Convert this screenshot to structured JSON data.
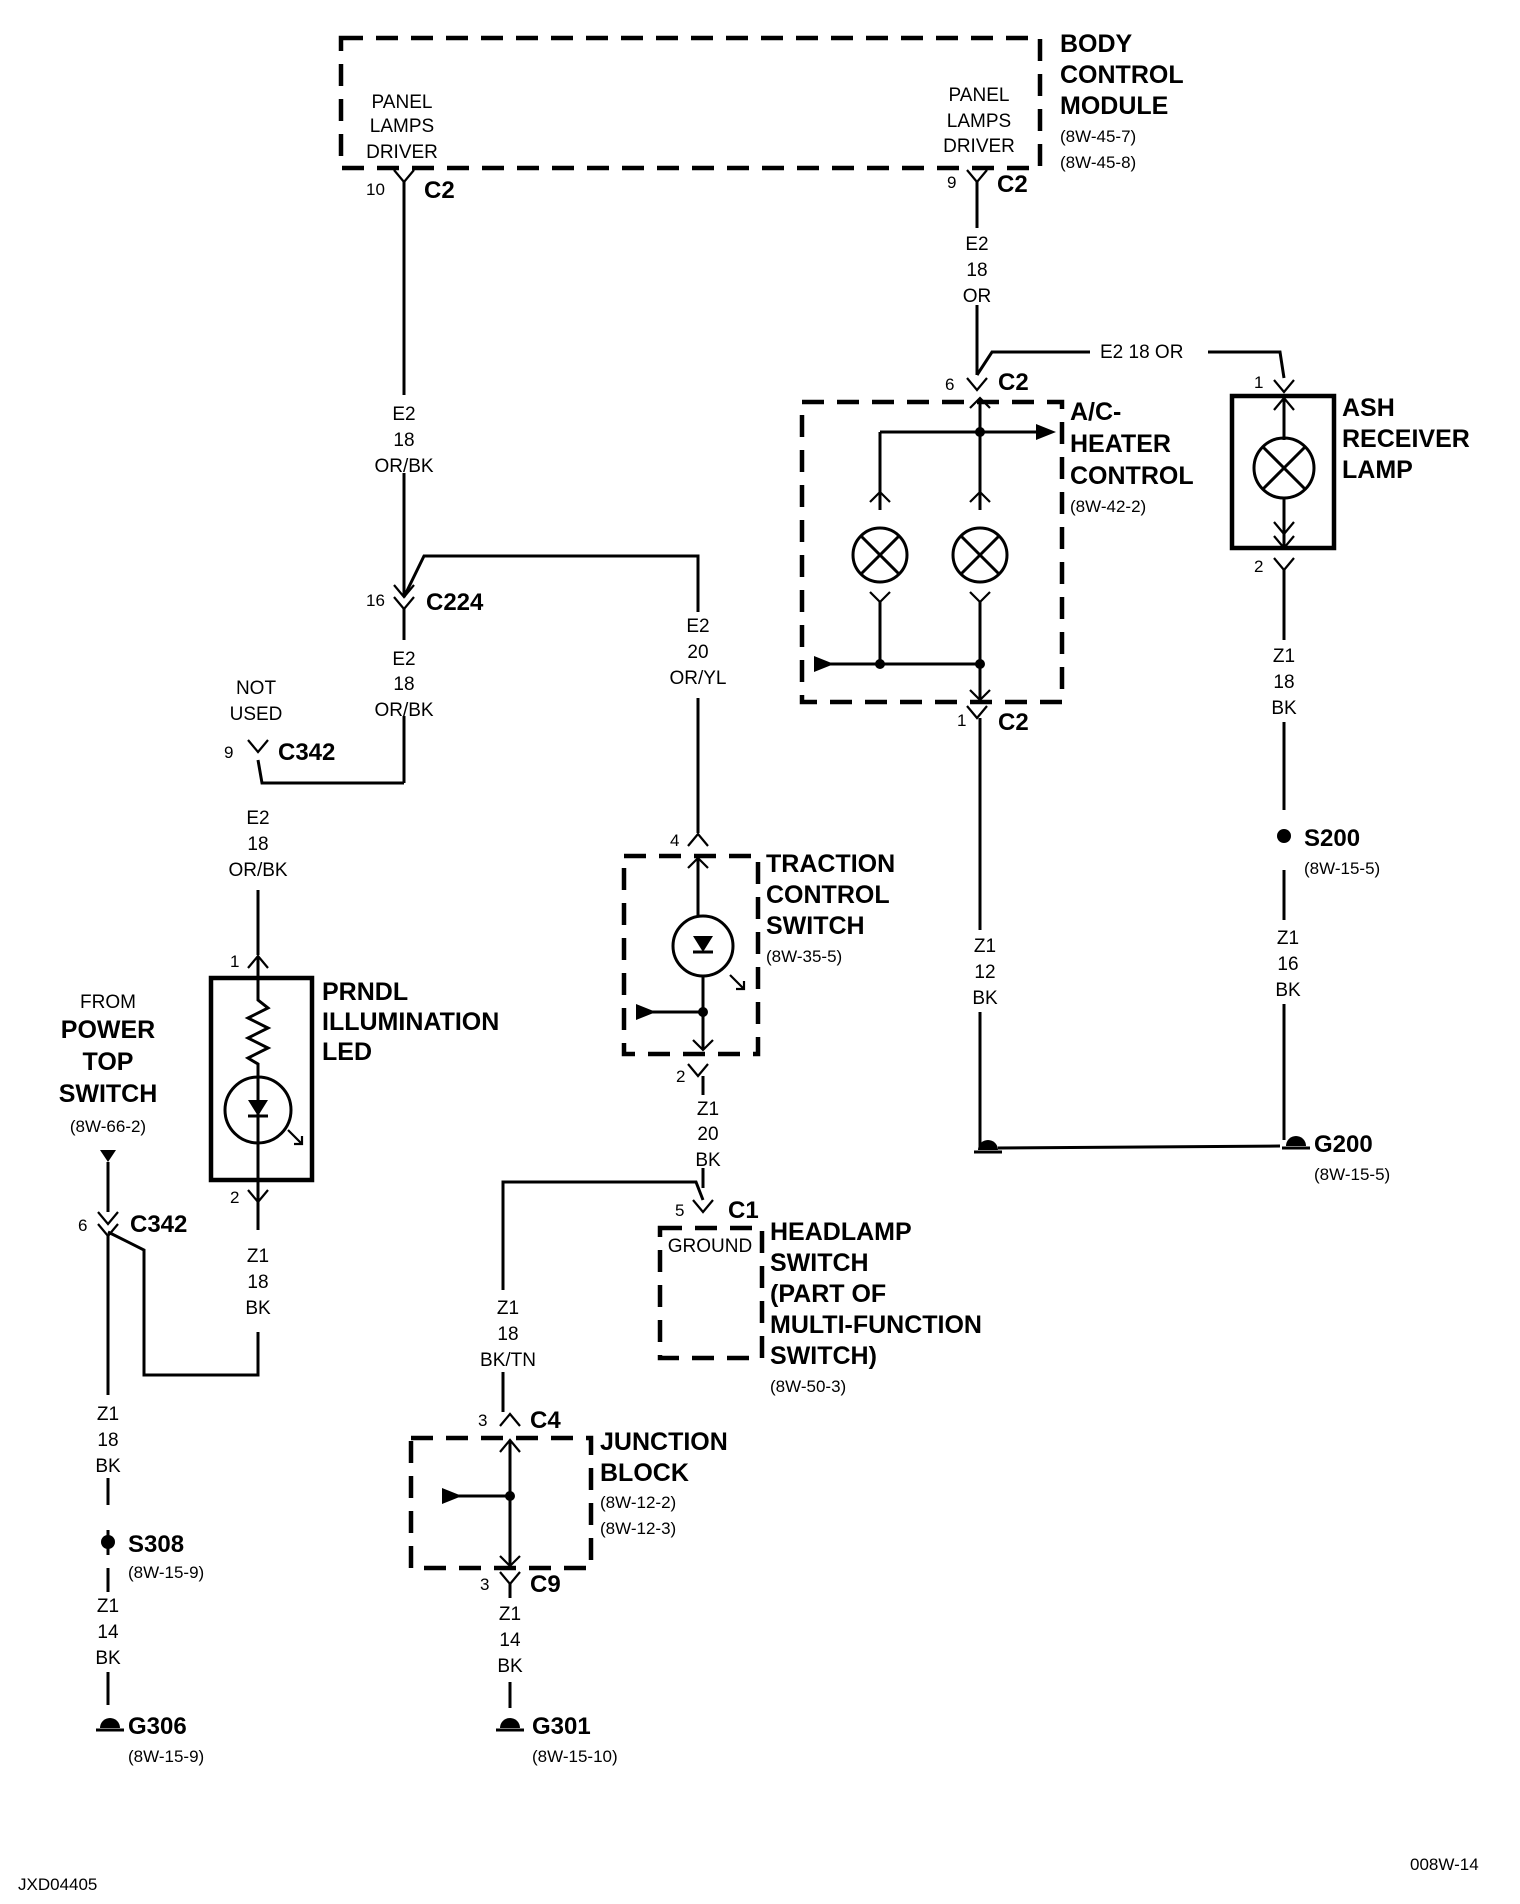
{
  "body_control_module": {
    "title": [
      "BODY",
      "CONTROL",
      "MODULE"
    ],
    "refs": [
      "(8W-45-7)",
      "(8W-45-8)"
    ],
    "driver_left": [
      "PANEL",
      "LAMPS",
      "DRIVER"
    ],
    "driver_right": [
      "PANEL",
      "LAMPS",
      "DRIVER"
    ],
    "pin_left": "10",
    "conn_left": "C2",
    "pin_right": "9",
    "conn_right": "C2"
  },
  "wires": {
    "w_bcm_left": [
      "E2",
      "18",
      "OR/BK"
    ],
    "w_bcm_right": [
      "E2",
      "18",
      "OR"
    ],
    "w_top_right": "E2   18 OR",
    "w_c224_down": [
      "E2",
      "18",
      "OR/BK"
    ],
    "w_traction_up": [
      "E2",
      "20",
      "OR/YL"
    ],
    "w_c342_down": [
      "E2",
      "18",
      "OR/BK"
    ],
    "w_ac_ground": [
      "Z1",
      "12",
      "BK"
    ],
    "w_ash_down": [
      "Z1",
      "18",
      "BK"
    ],
    "w_s200_down": [
      "Z1",
      "16",
      "BK"
    ],
    "w_traction_down": [
      "Z1",
      "20",
      "BK"
    ],
    "w_prndl_down": [
      "Z1",
      "18",
      "BK"
    ],
    "w_power_top": [
      "Z1",
      "18",
      "BK"
    ],
    "w_s308_down": [
      "Z1",
      "14",
      "BK"
    ],
    "w_headlamp": [
      "Z1",
      "18",
      "BK/TN"
    ],
    "w_jb_down": [
      "Z1",
      "14",
      "BK"
    ]
  },
  "ac_heater_control": {
    "title": [
      "A/C-",
      "HEATER",
      "CONTROL"
    ],
    "ref": "(8W-42-2)",
    "pin_top": "6",
    "conn_top": "C2",
    "pin_bottom": "1",
    "conn_bottom": "C2"
  },
  "ash_receiver_lamp": {
    "title": [
      "ASH",
      "RECEIVER",
      "LAMP"
    ],
    "pin_top": "1",
    "pin_bottom": "2"
  },
  "c224": {
    "pin": "16",
    "conn": "C224"
  },
  "c342_top": {
    "note": [
      "NOT",
      "USED"
    ],
    "pin": "9",
    "conn": "C342"
  },
  "traction_control_switch": {
    "title": [
      "TRACTION",
      "CONTROL",
      "SWITCH"
    ],
    "ref": "(8W-35-5)",
    "pin_top": "4",
    "pin_bottom": "2"
  },
  "prndl": {
    "title": [
      "PRNDL",
      "ILLUMINATION",
      "LED"
    ],
    "pin_top": "1",
    "pin_bottom": "2"
  },
  "power_top_switch": {
    "from": "FROM",
    "title": [
      "POWER",
      "TOP",
      "SWITCH"
    ],
    "ref": "(8W-66-2)",
    "pin": "6",
    "conn": "C342"
  },
  "headlamp_switch": {
    "pin": "5",
    "conn": "C1",
    "inner": "GROUND",
    "title": [
      "HEADLAMP",
      "SWITCH",
      "(PART OF",
      "MULTI-FUNCTION",
      "SWITCH)"
    ],
    "ref": "(8W-50-3)"
  },
  "junction_block": {
    "title": [
      "JUNCTION",
      "BLOCK"
    ],
    "refs": [
      "(8W-12-2)",
      "(8W-12-3)"
    ],
    "pin_top": "3",
    "conn_top": "C4",
    "pin_bottom": "3",
    "conn_bottom": "C9"
  },
  "splices": {
    "s200": {
      "name": "S200",
      "ref": "(8W-15-5)"
    },
    "s308": {
      "name": "S308",
      "ref": "(8W-15-9)"
    }
  },
  "grounds": {
    "g200": {
      "name": "G200",
      "ref": "(8W-15-5)"
    },
    "g306": {
      "name": "G306",
      "ref": "(8W-15-9)"
    },
    "g301": {
      "name": "G301",
      "ref": "(8W-15-10)"
    }
  },
  "footer": {
    "left": "JXD04405",
    "right": "008W-14"
  }
}
